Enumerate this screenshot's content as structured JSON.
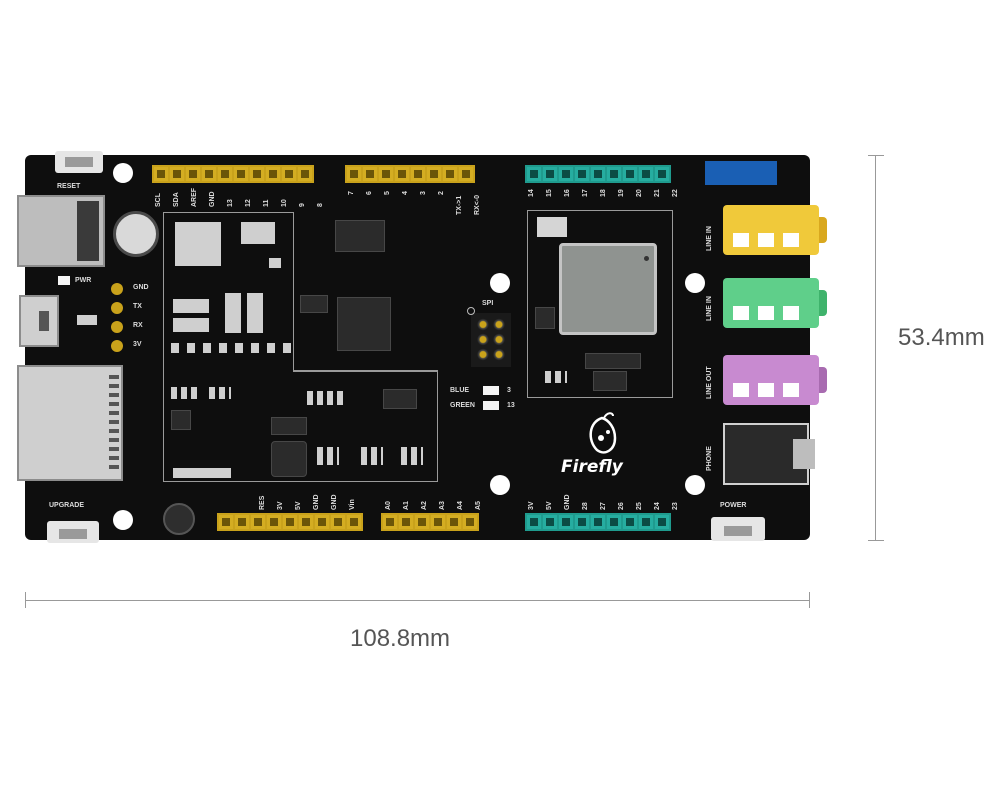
{
  "dimensions": {
    "width": "108.8mm",
    "height": "53.4mm"
  },
  "labels": {
    "reset": "RESET",
    "pwr": "PWR",
    "upgrade": "UPGRADE",
    "power": "POWER",
    "spi": "SPI",
    "blue": "BLUE",
    "blue_pin": "3",
    "green": "GREEN",
    "green_pin": "13",
    "brand": "Firefly",
    "uart": [
      "GND",
      "TX",
      "RX",
      "3V"
    ],
    "top_left_header": [
      "SCL",
      "SDA",
      "AREF",
      "GND",
      "13",
      "12",
      "11",
      "10",
      "9",
      "8"
    ],
    "top_mid_header": [
      "7",
      "6",
      "5",
      "4",
      "3",
      "2",
      "TX->1",
      "RX<-0"
    ],
    "top_right_header": [
      "14",
      "15",
      "16",
      "17",
      "18",
      "19",
      "20",
      "21",
      "22"
    ],
    "bottom_left_header": [
      "RES",
      "3V",
      "5V",
      "GND",
      "GND",
      "Vin"
    ],
    "bottom_mid_header": [
      "A0",
      "A1",
      "A2",
      "A3",
      "A4",
      "A5"
    ],
    "bottom_right_header": [
      "3V",
      "5V",
      "GND",
      "28",
      "27",
      "26",
      "25",
      "24",
      "23"
    ],
    "audio": [
      "LINE IN",
      "LINE IN",
      "LINE OUT",
      "PHONE"
    ]
  },
  "colors": {
    "board": "#0e0e0e",
    "header_yellow": "#c9a21b",
    "header_teal": "#1f9b8e",
    "jack_yellow": "#f0c93a",
    "jack_green": "#5fcf8a",
    "jack_purple": "#c88ad0",
    "button_blue": "#1a5fb4"
  }
}
